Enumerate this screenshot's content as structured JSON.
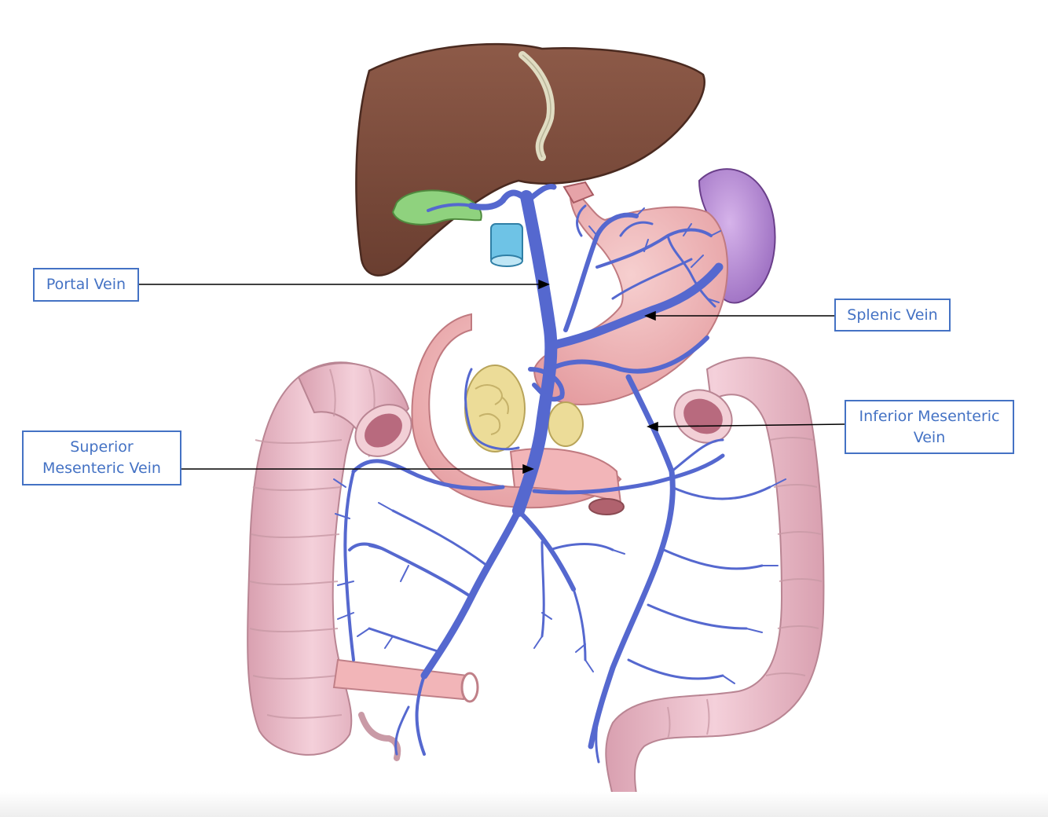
{
  "labels": {
    "portal_vein": "Portal Vein",
    "splenic_vein": "Splenic Vein",
    "inferior_mesenteric_vein": "Inferior Mesenteric\nVein",
    "superior_mesenteric_vein": "Superior\nMesenteric Vein"
  },
  "colors": {
    "label_blue": "#4472c4",
    "vein_blue": "#5a6fd0",
    "liver_brown": "#7a4a3a",
    "gut_pink": "#e8b4c0",
    "spleen_purple": "#b48ad0",
    "gallbladder_green": "#8ccf7a",
    "pancreas_yellow": "#e6d48a"
  }
}
